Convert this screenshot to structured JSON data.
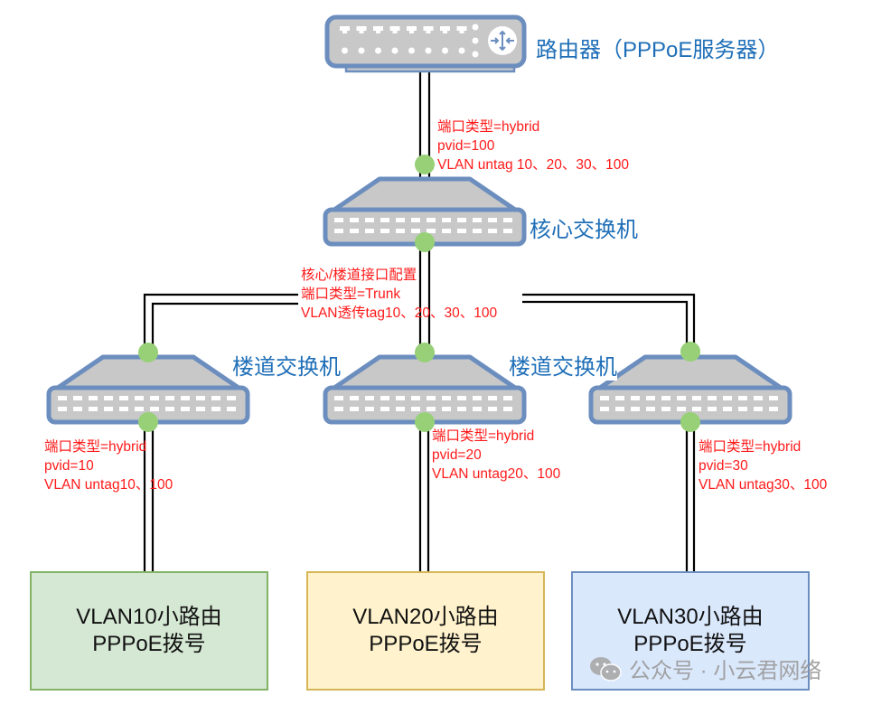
{
  "router": {
    "label": "路由器（PPPoE服务器）",
    "icon": "router-arrows-icon"
  },
  "core_switch": {
    "label": "核心交换机"
  },
  "uplink_config": {
    "lines": [
      "端口类型=hybrid",
      "pvid=100",
      "VLAN untag 10、20、30、100"
    ]
  },
  "trunk_config": {
    "lines": [
      "核心/楼道接口配置",
      "端口类型=Trunk",
      "VLAN透传tag10、20、30、100"
    ]
  },
  "floor_switches": [
    {
      "label": "楼道交换机"
    },
    {
      "label": "楼道交换机"
    },
    {
      "label": ""
    }
  ],
  "access_configs": [
    {
      "lines": [
        "端口类型=hybrid",
        "pvid=10",
        "VLAN untag10、100"
      ]
    },
    {
      "lines": [
        "端口类型=hybrid",
        "pvid=20",
        "VLAN untag20、100"
      ]
    },
    {
      "lines": [
        "端口类型=hybrid",
        "pvid=30",
        "VLAN untag30、100"
      ]
    }
  ],
  "endpoints": [
    {
      "line1": "VLAN10小路由",
      "line2": "PPPoE拨号",
      "fill": "#d5e8d4",
      "stroke": "#82b366"
    },
    {
      "line1": "VLAN20小路由",
      "line2": "PPPoE拨号",
      "fill": "#fff2cc",
      "stroke": "#d6b656"
    },
    {
      "line1": "VLAN30小路由",
      "line2": "PPPoE拨号",
      "fill": "#dae8fc",
      "stroke": "#6c8ebf"
    }
  ],
  "watermark": {
    "text": "公众号 · 小云君网络",
    "icon": "wechat-icon"
  },
  "colors": {
    "device_stroke": "#6c8ebf",
    "device_fill": "#c8c8c8",
    "port_dot": "#97d077",
    "config_text": "#ff1a1a",
    "device_label": "#1f6fb8"
  }
}
